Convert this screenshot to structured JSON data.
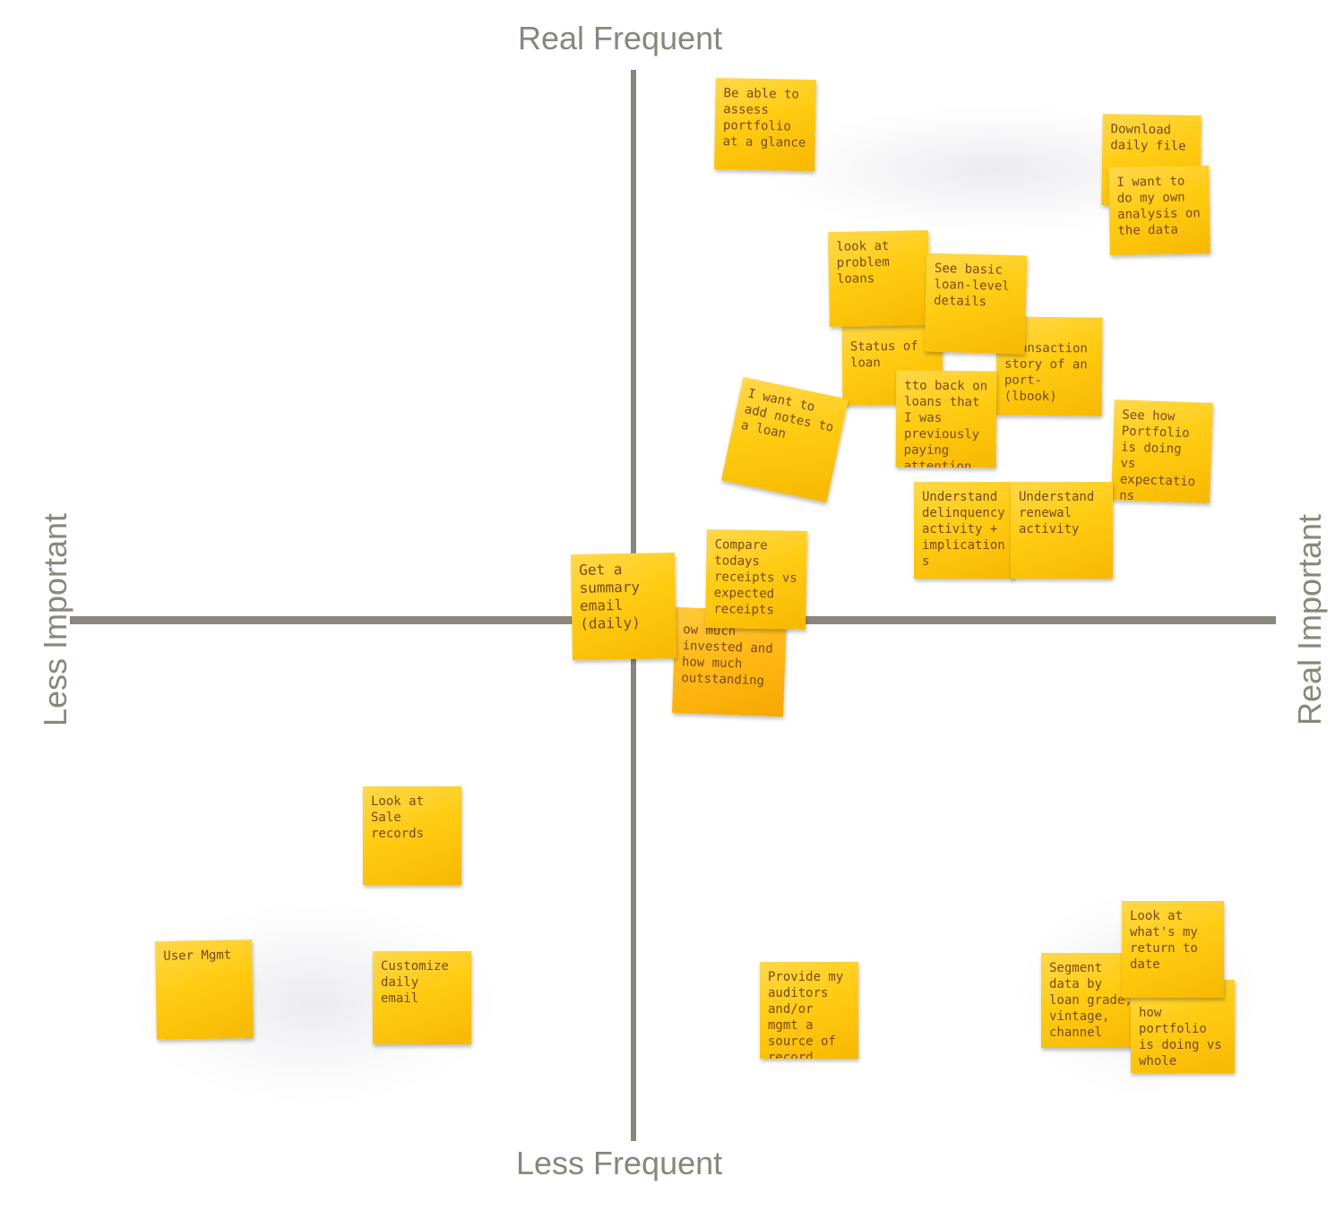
{
  "axes": {
    "top": "Real Frequent",
    "bottom": "Less Frequent",
    "left": "Less Important",
    "right": "Real Important"
  },
  "colors": {
    "axis": "#8a867e",
    "note": "#ffcc12",
    "ink": "#7a4a1a"
  },
  "notes": [
    {
      "text": "Be able to assess portfolio at a glance"
    },
    {
      "text": "Download daily file"
    },
    {
      "text": "I want to do my own analysis on the data"
    },
    {
      "text": "look at problem loans"
    },
    {
      "text": "See basic loan-level details"
    },
    {
      "text": "Status of loan"
    },
    {
      "text": "e transaction story of an port- (lbook)"
    },
    {
      "text": "tto back on loans that I was previously paying attention"
    },
    {
      "text": "I want to add notes to a loan"
    },
    {
      "text": "See how Portfolio is doing vs expectations"
    },
    {
      "text": "Understand delinquency activity + implications"
    },
    {
      "text": "Understand renewal activity"
    },
    {
      "text": "Compare todays receipts vs expected receipts"
    },
    {
      "text": "Get a summary email (daily)"
    },
    {
      "text": "ow much invested and how much outstanding"
    },
    {
      "text": "Look at Sale records"
    },
    {
      "text": "User Mgmt"
    },
    {
      "text": "Customize daily email"
    },
    {
      "text": "Provide my auditors and/or mgmt a source of record"
    },
    {
      "text": "Look at what's my return to date"
    },
    {
      "text": "Segment data by loan grade, vintage, channel"
    },
    {
      "text": "how portfolio is doing vs whole"
    }
  ]
}
